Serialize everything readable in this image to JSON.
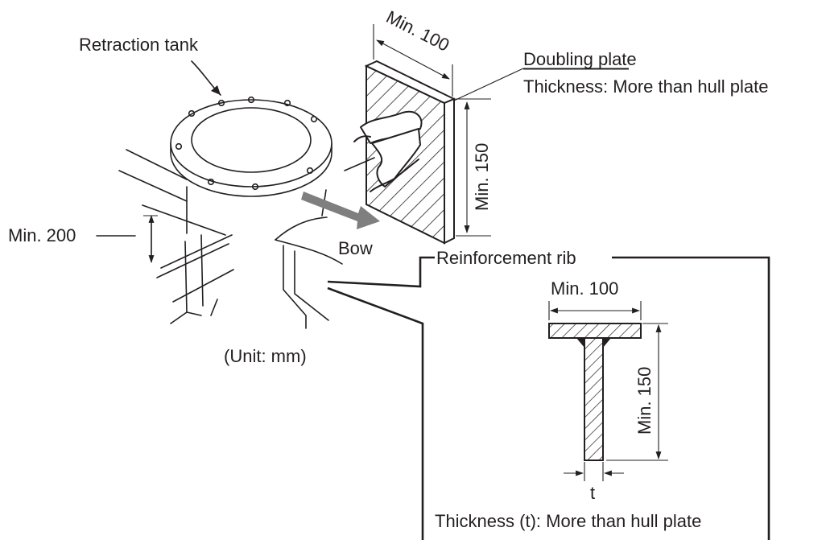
{
  "labels": {
    "retraction_tank": "Retraction tank",
    "doubling_plate": "Doubling plate",
    "doubling_thickness": "Thickness: More than hull plate",
    "min100_top": "Min. 100",
    "min150_right": "Min. 150",
    "min200": "Min. 200",
    "bow": "Bow",
    "unit": "(Unit: mm)",
    "reinforcement_rib": "Reinforcement rib",
    "rib_min100": "Min. 100",
    "rib_min150": "Min. 150",
    "rib_t": "t",
    "rib_thickness": "Thickness (t): More than hull plate"
  },
  "colors": {
    "ink": "#231f20",
    "bow_arrow": "#7f7f7f",
    "background": "#ffffff"
  }
}
